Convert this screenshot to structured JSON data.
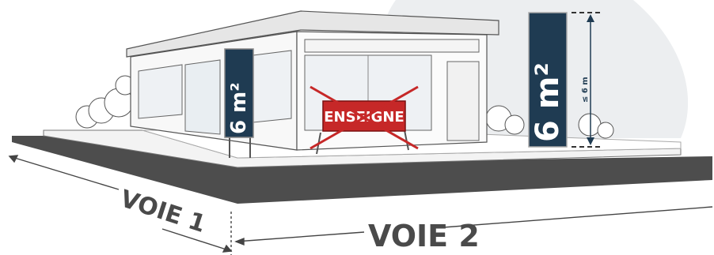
{
  "roads": {
    "voie1_label": "VOIE 1",
    "voie2_label": "VOIE 2"
  },
  "signs": {
    "pylon_small_text": "6 m²",
    "pylon_large_text": "6 m²",
    "height_limit_text": "≤ 6 m",
    "crossed_banner_text": "ENSEIGNE"
  },
  "colors": {
    "sign_navy": "#1f3b52",
    "banner_red": "#c62828",
    "road_dark": "#4d4d4d",
    "background_blob": "#eceef0"
  }
}
